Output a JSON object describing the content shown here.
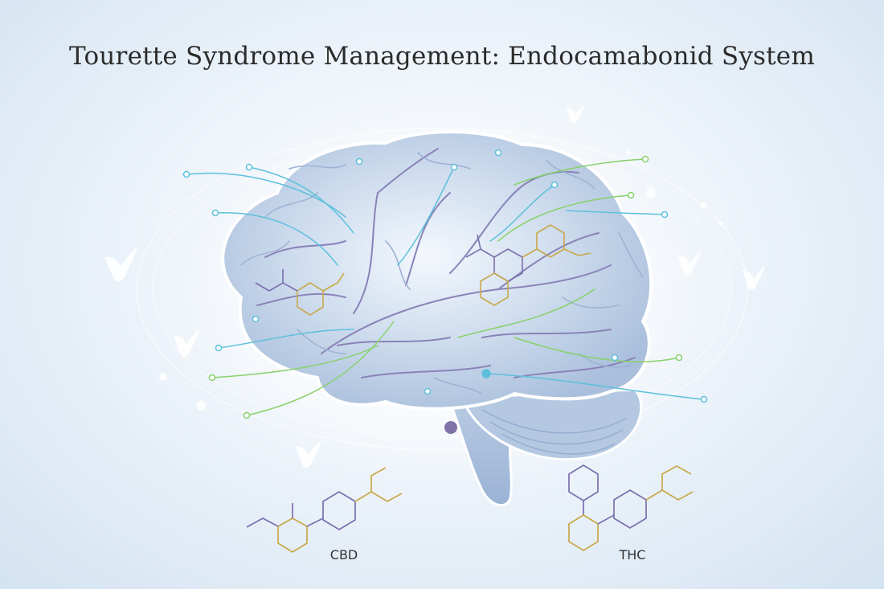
{
  "title": "Tourette Syndrome Management: Endocamabonid System",
  "molecules": {
    "cbd_label": "CBD",
    "thc_label": "THC"
  },
  "colors": {
    "brain": "#c6d6ea",
    "brain_outline": "#9fb6d6",
    "vein": "#8a83b8",
    "blue_pathway": "#5cc0dc",
    "green_pathway": "#88d16a",
    "gold_bond": "#c9a84a",
    "purple_bond": "#7b6fae"
  }
}
